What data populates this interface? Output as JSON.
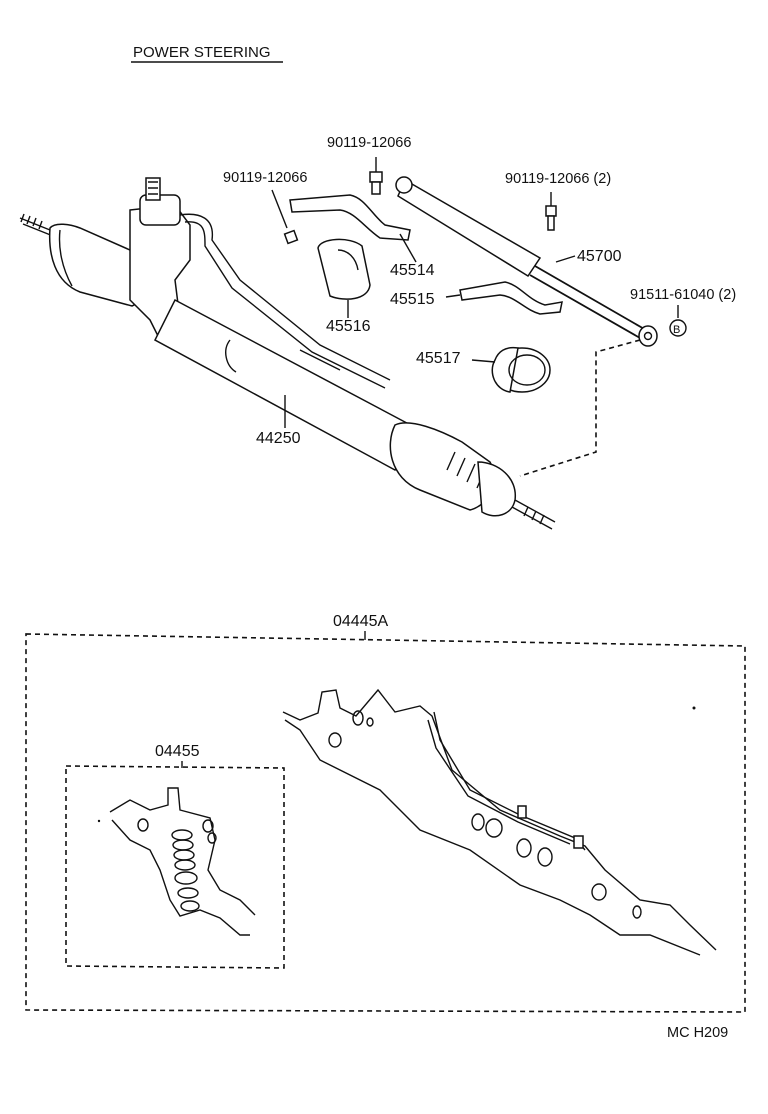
{
  "title": "POWER STEERING",
  "diagram_code": "MC H209",
  "callout_symbol": "B",
  "parts": {
    "bolt_a": "90119-12066",
    "bolt_b": "90119-12066",
    "bolt_c": "90119-12066 (2)",
    "bracket_right": "45514",
    "bracket_left": "45515",
    "grommet_small": "45516",
    "grommet_big": "45517",
    "cylinder": "45700",
    "bushing": "91511-61040 (2)",
    "gear_assy": "44250",
    "kit_main": "04445A",
    "kit_seal": "04455"
  }
}
